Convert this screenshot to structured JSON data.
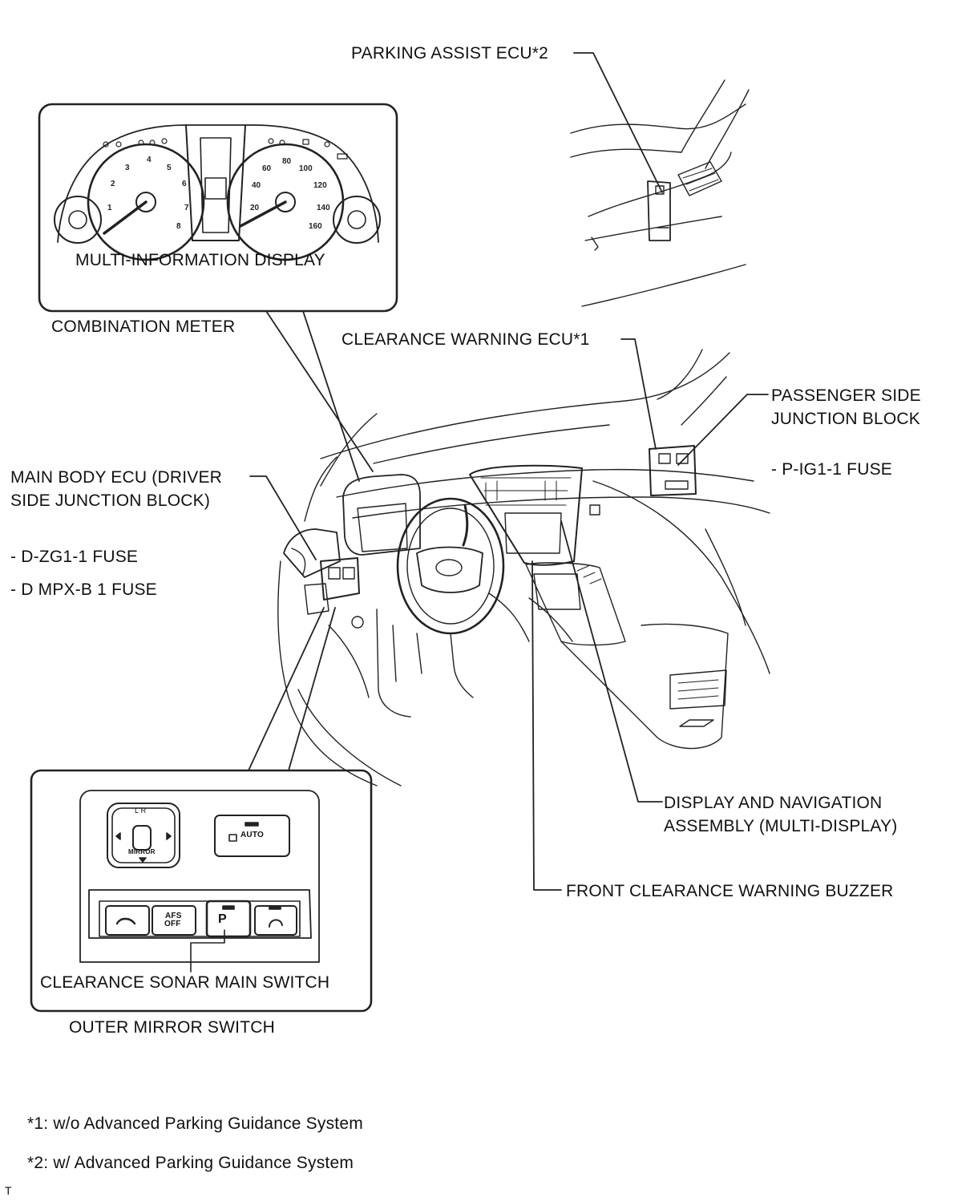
{
  "labels": {
    "parking_assist_ecu": "PARKING ASSIST ECU*2",
    "multi_information_display": "MULTI-INFORMATION DISPLAY",
    "combination_meter": "COMBINATION METER",
    "clearance_warning_ecu": "CLEARANCE WARNING ECU*1",
    "passenger_side_jb_line1": "PASSENGER SIDE",
    "passenger_side_jb_line2": "JUNCTION BLOCK",
    "p_ig1_fuse": "- P-IG1-1 FUSE",
    "main_body_ecu_line1": "MAIN BODY ECU (DRIVER",
    "main_body_ecu_line2": "SIDE JUNCTION BLOCK)",
    "d_zg1_fuse": "- D-ZG1-1 FUSE",
    "d_mpx_fuse": "- D MPX-B 1 FUSE",
    "display_nav_line1": "DISPLAY AND NAVIGATION",
    "display_nav_line2": "ASSEMBLY (MULTI-DISPLAY)",
    "front_clearance_buzzer": "FRONT CLEARANCE WARNING BUZZER",
    "clearance_sonar_switch": "CLEARANCE SONAR MAIN SWITCH",
    "outer_mirror_switch": "OUTER MIRROR SWITCH"
  },
  "switch_panel": {
    "mirror_label": "MIRROR",
    "mirror_lr": "L  R",
    "auto_label": "AUTO",
    "afs_off_line1": "AFS",
    "afs_off_line2": "OFF",
    "sonar_button": "P"
  },
  "footnotes": {
    "note1": "*1: w/o Advanced Parking Guidance System",
    "note2": "*2: w/ Advanced Parking Guidance System"
  },
  "corner_mark": "T"
}
